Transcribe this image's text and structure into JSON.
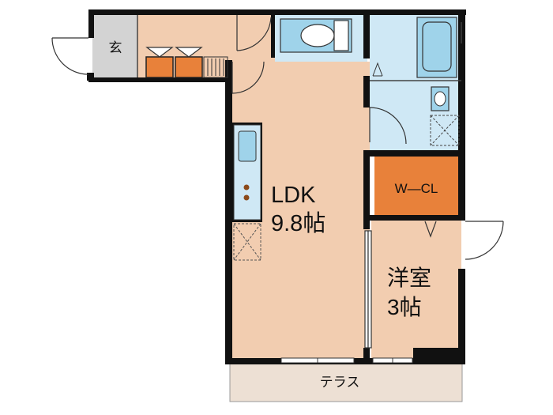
{
  "rooms": {
    "entrance": {
      "label": "玄"
    },
    "ldk": {
      "label": "LDK",
      "size": "9.8帖"
    },
    "walk_in_closet": {
      "label": "W—CL"
    },
    "western_room": {
      "label": "洋室",
      "size": "3帖"
    },
    "terrace": {
      "label": "テラス"
    }
  },
  "colors": {
    "floor_wood": "#f2cdb0",
    "tile_blue": "#cfe8f5",
    "fixture_blue": "#9fd3ea",
    "entrance_gray": "#d3d3d3",
    "closet_orange": "#e8813a",
    "terrace_beige": "#ede0d4",
    "wall": "#111111"
  }
}
